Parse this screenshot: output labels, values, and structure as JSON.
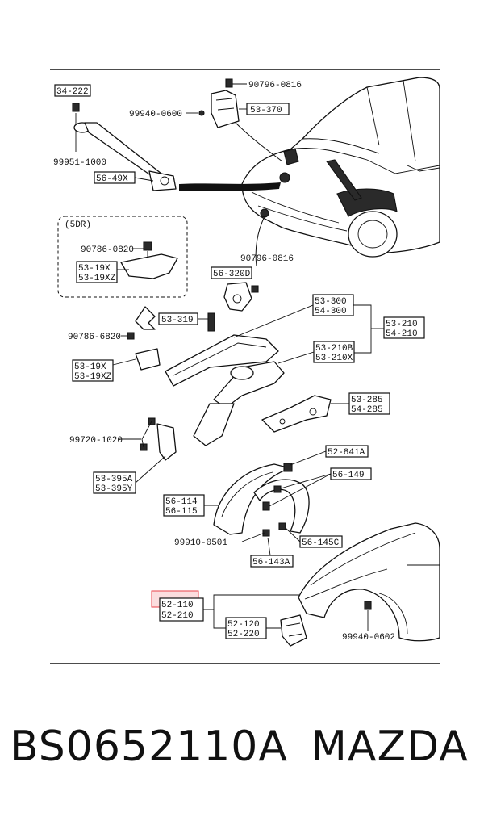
{
  "part_number": "BS0652110A",
  "brand": "MAZDA",
  "callouts": {
    "c34_222": "34-222",
    "c99951_1000": "99951-1000",
    "c56_49x": "56-49X",
    "c90796_0816_top": "90796-0816",
    "c99940_0600": "99940-0600",
    "c53_370": "53-370",
    "c5dr": "(5DR)",
    "c90786_0820": "90786-0820",
    "c53_19x_a": "53-19X",
    "c53_19xz_a": "53-19XZ",
    "c90796_0816_mid": "90796-0816",
    "c56_320d": "56-320D",
    "c53_319": "53-319",
    "c90786_6820": "90786-6820",
    "c53_19x_b": "53-19X",
    "c53_19xz_b": "53-19XZ",
    "c53_300": "53-300",
    "c54_300": "54-300",
    "c53_210": "53-210",
    "c54_210": "54-210",
    "c53_210b": "53-210B",
    "c53_210x": "53-210X",
    "c53_285": "53-285",
    "c54_285": "54-285",
    "c99720_1020": "99720-1020",
    "c53_395a": "53-395A",
    "c53_395y": "53-395Y",
    "c52_841a": "52-841A",
    "c56_149": "56-149",
    "c56_114": "56-114",
    "c56_115": "56-115",
    "c99910_0501": "99910-0501",
    "c56_145c": "56-145C",
    "c56_143a": "56-143A",
    "c52_110": "52-110",
    "c52_210": "52-210",
    "c52_120": "52-120",
    "c52_220": "52-220",
    "c99940_0602": "99940-0602"
  },
  "colors": {
    "highlight": "#e8424a",
    "line": "#111111"
  }
}
